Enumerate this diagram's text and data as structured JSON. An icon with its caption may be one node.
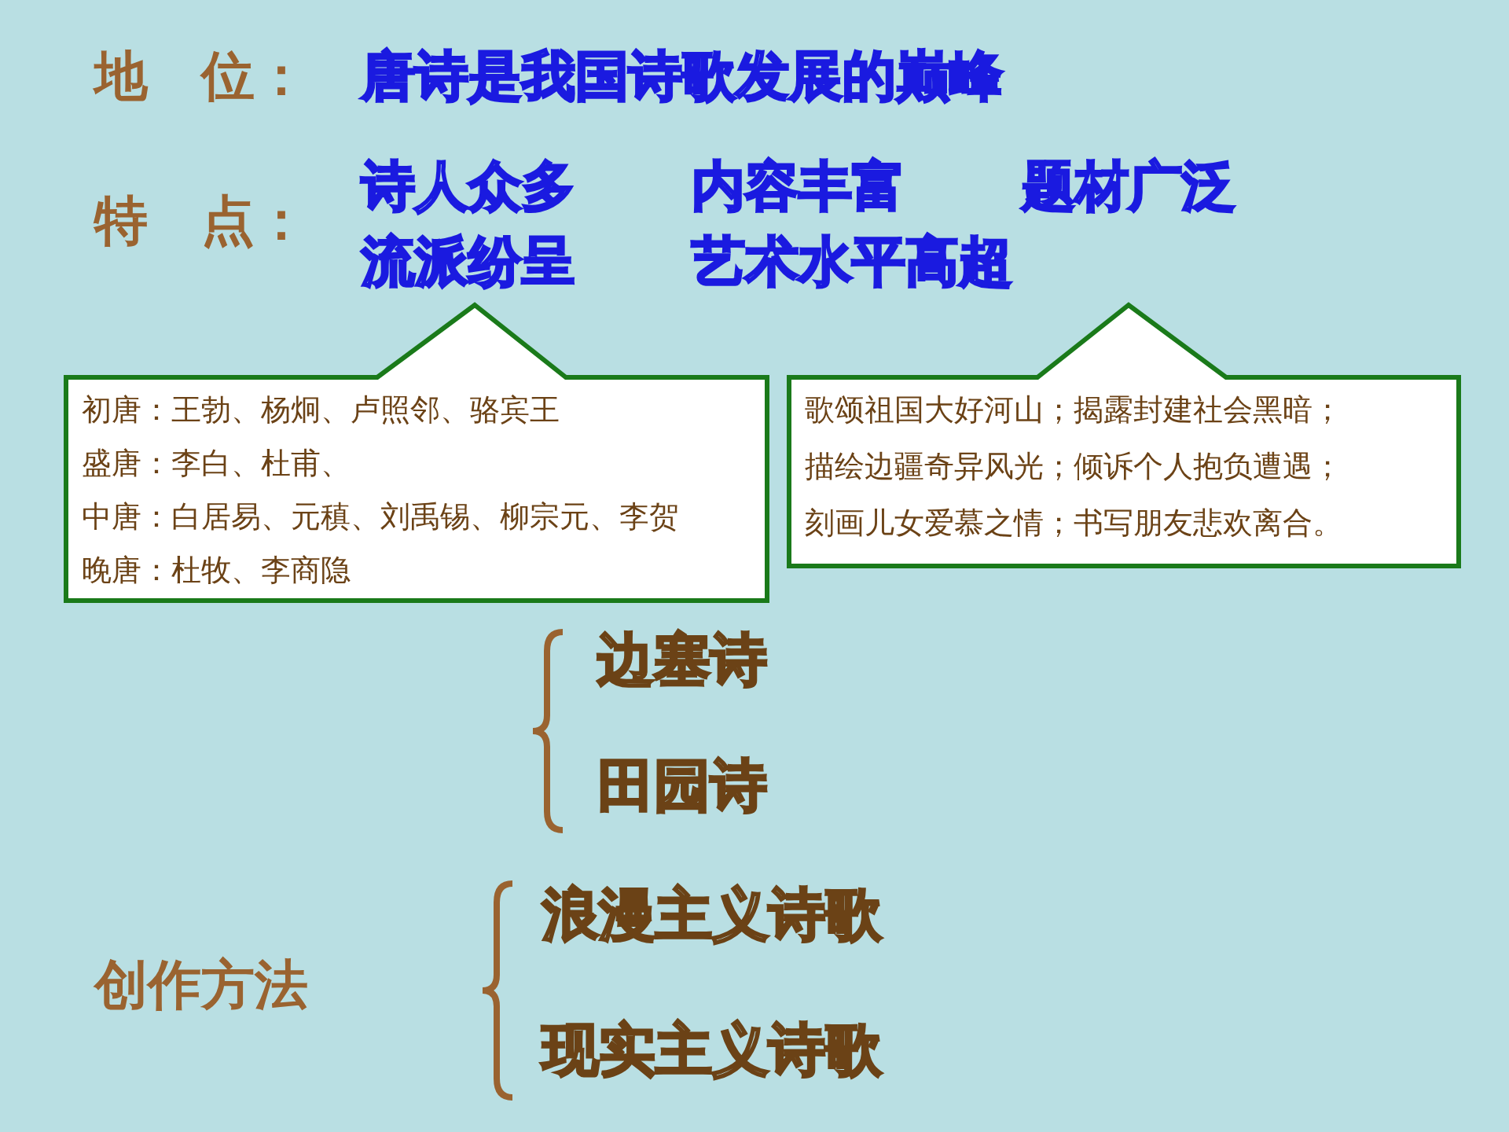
{
  "diagram": {
    "nodes": [
      {
        "text": [
          "初唐：王勃、杨炯、卢照邻、骆宾王",
          "盛唐：李白、杜甫、",
          "中唐：白居易、元稹、刘禹锡、柳宗元、李贺",
          "晚唐：杜牧、李商隐"
        ]
      },
      {
        "text": [
          "歌颂祖国大好河山；揭露封建社会黑暗；",
          "描绘边疆奇异风光；倾诉个人抱负遭遇；",
          "刻画儿女爱慕之情；书写朋友悲欢离合。"
        ]
      }
    ],
    "labels": [
      "地　位：",
      "唐诗是我国诗歌发展的巅峰",
      "特　点：",
      "诗人众多",
      "内容丰富",
      "题材广泛",
      "流派纷呈",
      "艺术水平高超",
      "边塞诗",
      "田园诗",
      "创作方法",
      "浪漫主义诗歌",
      "现实主义诗歌"
    ]
  }
}
